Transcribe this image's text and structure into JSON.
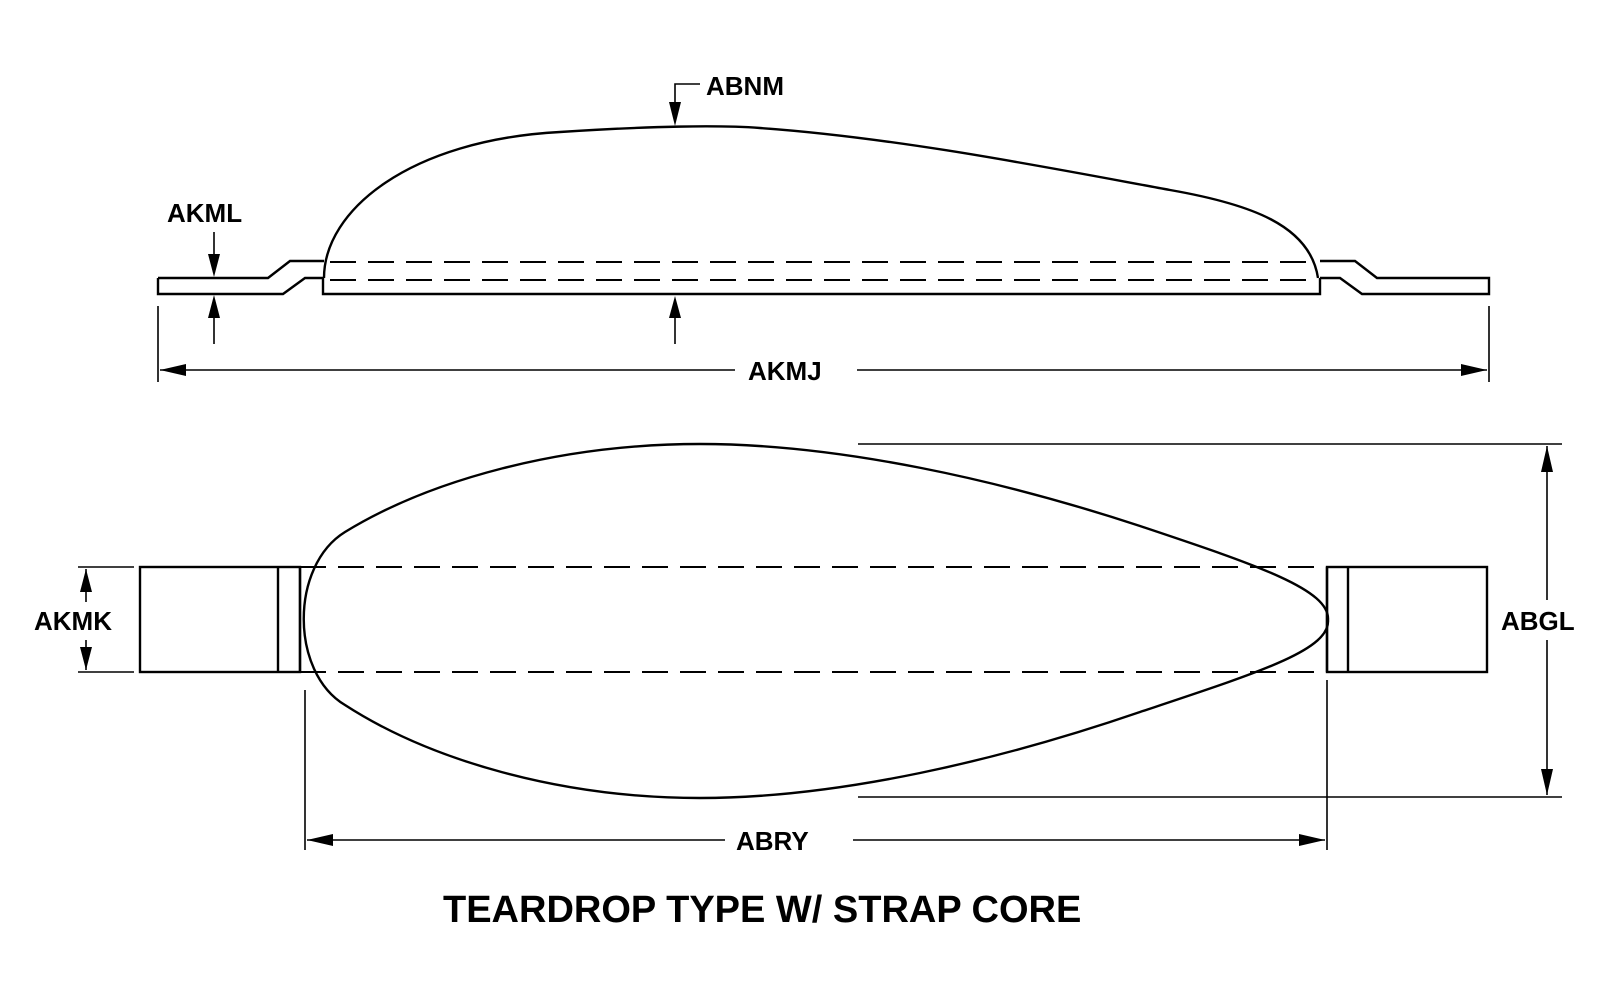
{
  "diagram": {
    "caption": "TEARDROP TYPE W/ STRAP CORE",
    "labels": {
      "abnm": "ABNM",
      "akml": "AKML",
      "akmj": "AKMJ",
      "akmk": "AKMK",
      "abgl": "ABGL",
      "abry": "ABRY"
    }
  }
}
